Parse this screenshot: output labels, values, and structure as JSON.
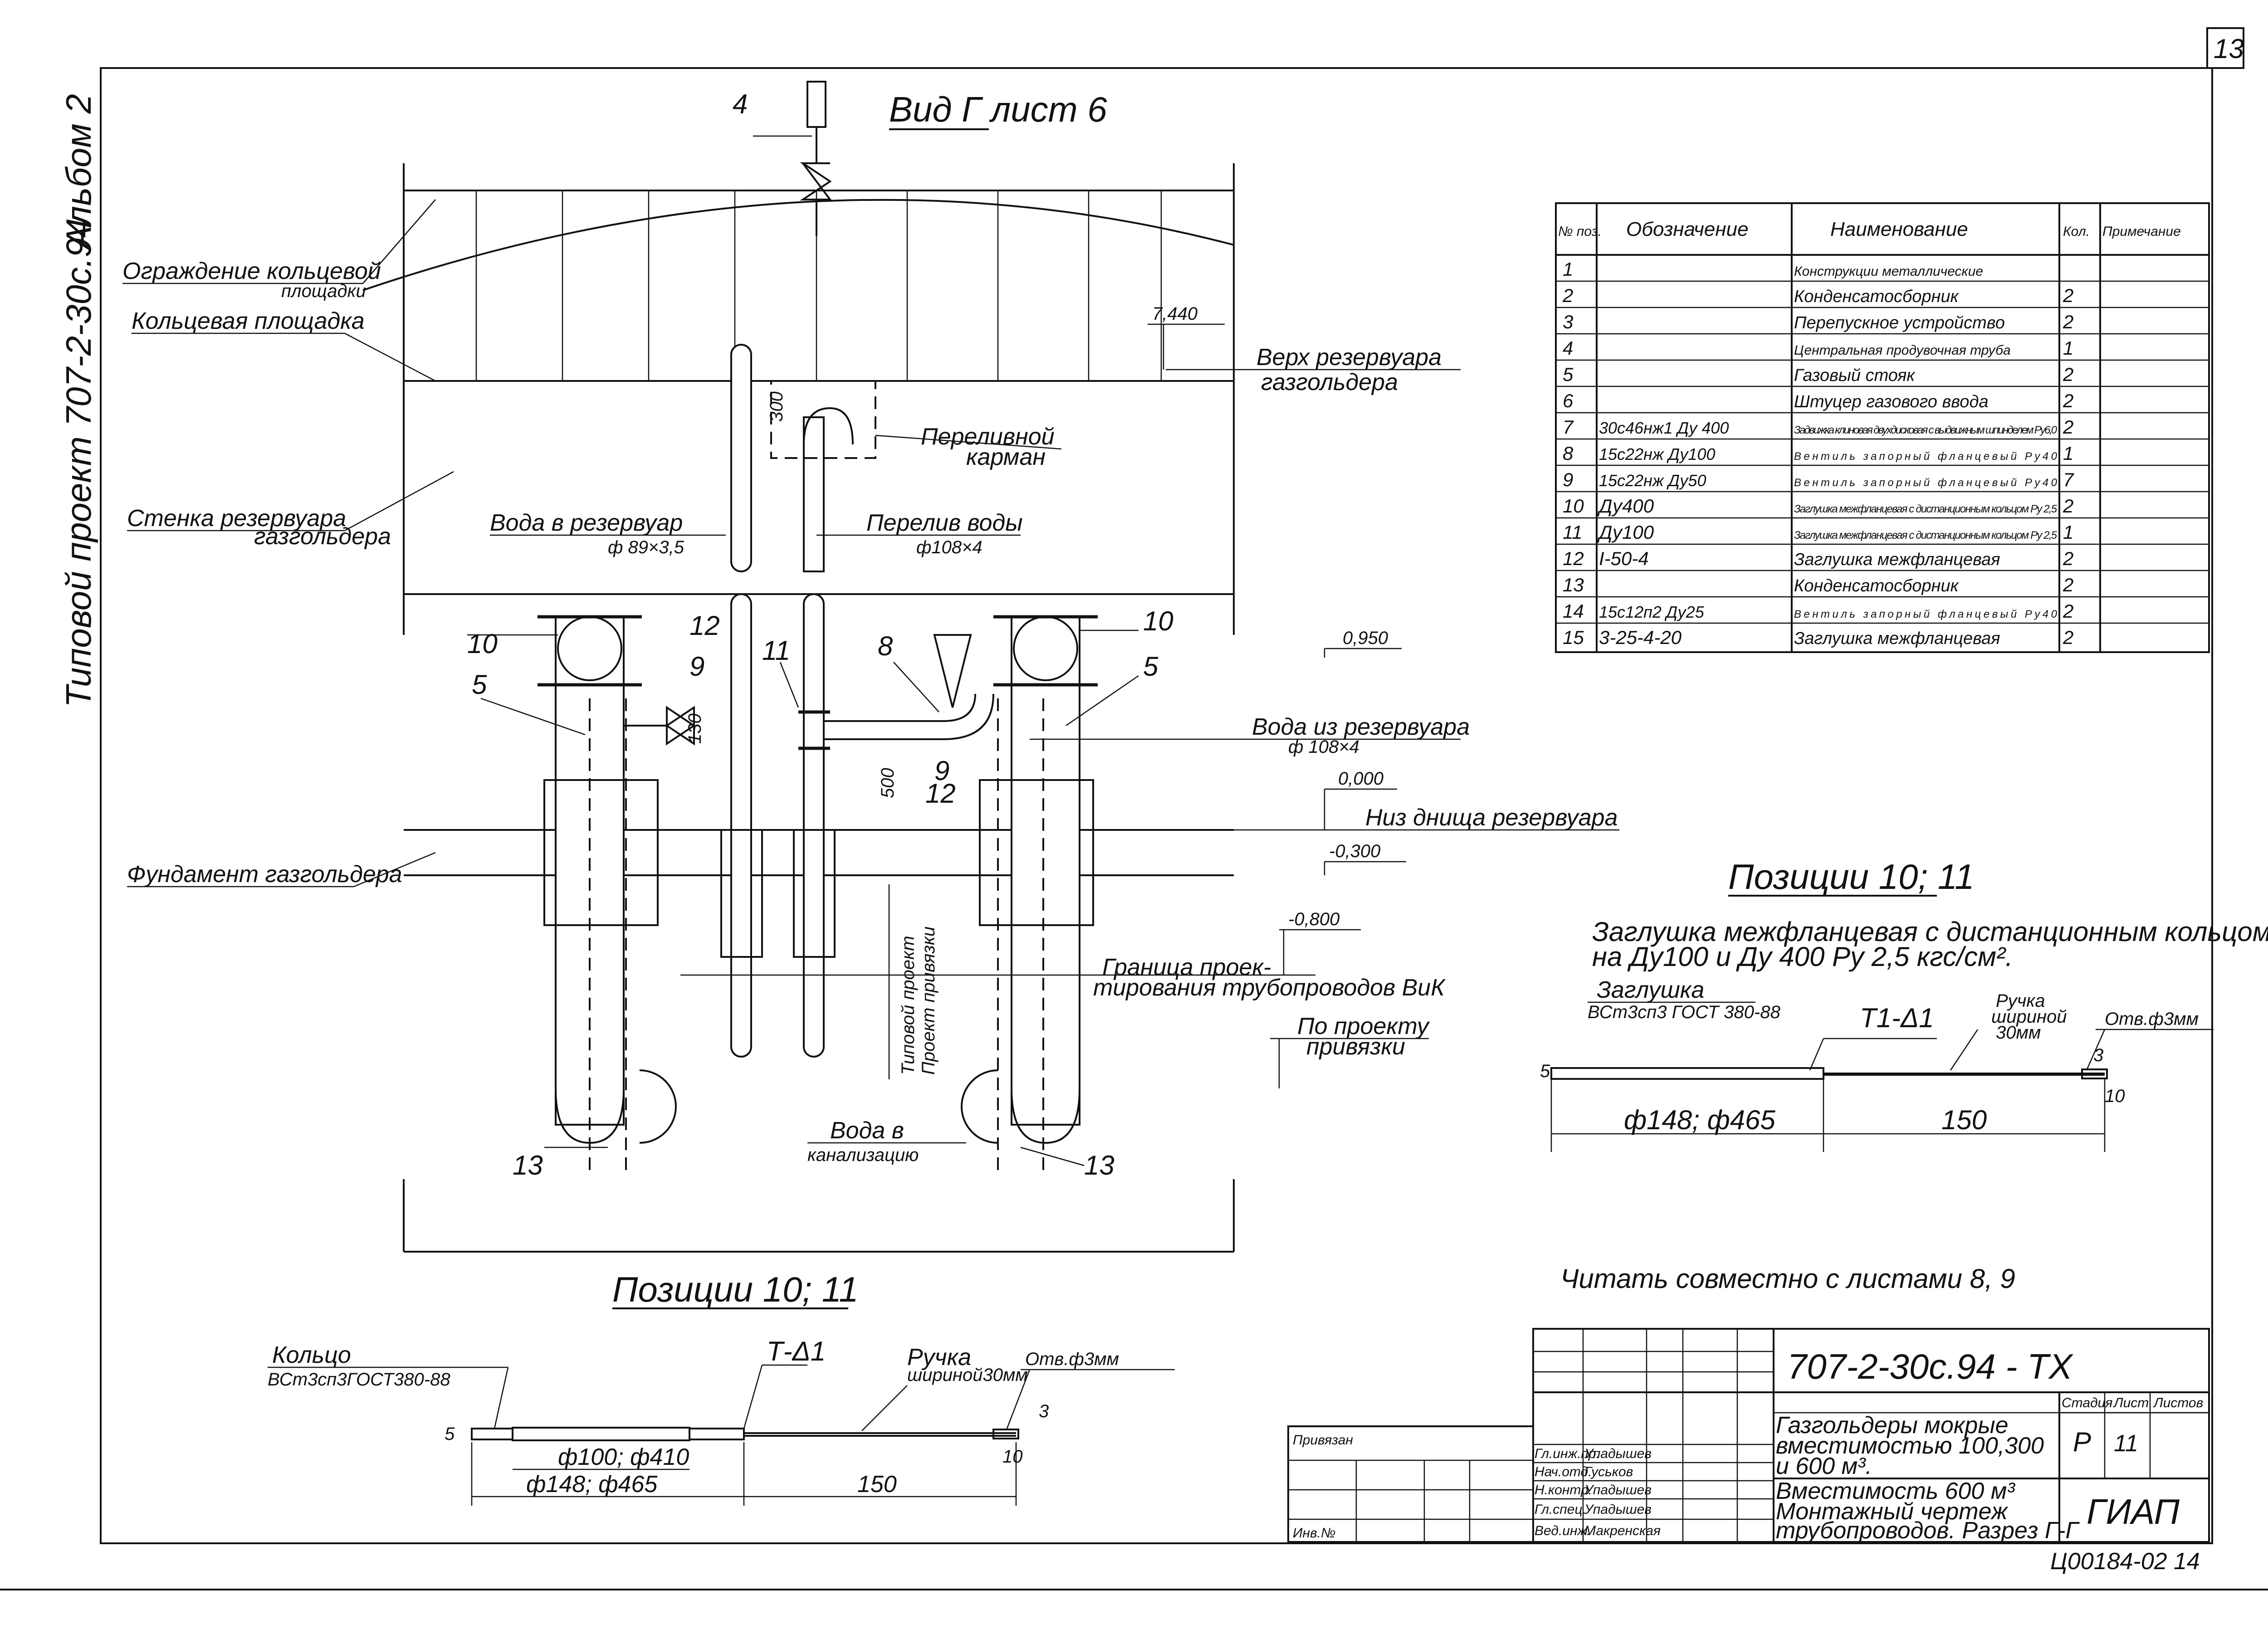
{
  "sheet": {
    "sheet_number": "13",
    "side_album": "Альбом 2",
    "side_project": "Типовой проект 707-2-30с.94"
  },
  "view": {
    "title": "Вид Г  лист 6",
    "callouts": {
      "p4": "4",
      "p10a": "10",
      "p10b": "10",
      "p5a": "5",
      "p5b": "5",
      "p12a": "12",
      "p9a": "9",
      "p11": "11",
      "p8": "8",
      "p9b": "9",
      "p12b": "12",
      "p13a": "13",
      "p13b": "13"
    },
    "labels": {
      "ring_fence": "Ограждение кольцевой",
      "ring_fence2": "площадки",
      "ring_platform": "Кольцевая площадка",
      "tank_wall": "Стенка резервуара",
      "tank_wall2": "газгольдера",
      "foundation": "Фундамент газгольдера",
      "tank_top": "Верх резервуара",
      "tank_top2": "газгольдера",
      "overflow_pocket": "Переливной",
      "overflow_pocket2": "карман",
      "water_in": "Вода в резервуар",
      "water_in_dim": "ф 89×3,5",
      "overflow": "Перелив воды",
      "overflow_dim": "ф108×4",
      "water_out": "Вода из резервуара",
      "water_out_dim": "ф 108×4",
      "tank_bottom": "Низ днища резервуара",
      "design_boundary": "Граница проек-",
      "design_boundary2": "тирования трубопроводов ВиК",
      "by_binding": "По проекту",
      "by_binding2": "привязки",
      "typical_project": "Типовой проект",
      "binding_project": "Проект привязки",
      "water_sewer": "Вода в",
      "water_sewer2": "канализацию",
      "dim_300": "300",
      "dim_130": "130",
      "dim_500": "500"
    },
    "levels": {
      "l7440": "7,440",
      "l0950": "0,950",
      "l0000": "0,000",
      "l0300": "-0,300",
      "l0800": "-0,800"
    },
    "bottom_title": "Позиции 10; 11"
  },
  "spec_table": {
    "headers": [
      "№ поз.",
      "Обозначение",
      "Наименование",
      "Кол.",
      "Примечание"
    ],
    "rows": [
      [
        "1",
        "",
        "Конструкции металлические",
        "",
        ""
      ],
      [
        "2",
        "",
        "Конденсатосборник",
        "2",
        ""
      ],
      [
        "3",
        "",
        "Перепускное устройство",
        "2",
        ""
      ],
      [
        "4",
        "",
        "Центральная продувочная труба",
        "1",
        ""
      ],
      [
        "5",
        "",
        "Газовый стояк",
        "2",
        ""
      ],
      [
        "6",
        "",
        "Штуцер газового ввода",
        "2",
        ""
      ],
      [
        "7",
        "30с46нж1  Ду 400",
        "Задвижка клиновая двухдисковая с выдвижным шпинделем Ру6,0",
        "2",
        ""
      ],
      [
        "8",
        "15с22нж  Ду100",
        "Вентиль запорный фланцевый Ру40",
        "1",
        ""
      ],
      [
        "9",
        "15с22нж  Ду50",
        "Вентиль запорный фланцевый Ру40",
        "7",
        ""
      ],
      [
        "10",
        "Ду400",
        "Заглушка межфланцевая с дистанционным кольцом Ру 2,5",
        "2",
        ""
      ],
      [
        "11",
        "Ду100",
        "Заглушка межфланцевая с дистанционным кольцом Ру 2,5",
        "1",
        ""
      ],
      [
        "12",
        "I-50-4",
        "Заглушка межфланцевая",
        "2",
        ""
      ],
      [
        "13",
        "",
        "Конденсатосборник",
        "2",
        ""
      ],
      [
        "14",
        "15с12п2  Ду25",
        "Вентиль запорный фланцевый Ру40",
        "2",
        ""
      ],
      [
        "15",
        "3-25-4-20",
        "Заглушка межфланцевая",
        "2",
        ""
      ]
    ]
  },
  "detail_right": {
    "title": "Позиции 10; 11",
    "desc1": "Заглушка межфланцевая с дистанционным кольцом",
    "desc2": "на  Ду100 и  Ду 400    Ру 2,5 кгс/см².",
    "plug": "Заглушка",
    "plug_mat": "ВСт3сп3 ГОСТ 380-88",
    "weld": "Т1-Δ1",
    "handle": "Ручка",
    "handle2": "шириной",
    "handle3": "30мм",
    "hole": "Отв.ф3мм",
    "d5": "5",
    "d3": "3",
    "d10": "10",
    "d150": "150",
    "diam": "ф148; ф465"
  },
  "detail_bottom": {
    "ring": "Кольцо",
    "ring_mat": "ВСт3сп3ГОСТ380-88",
    "weld": "Т-Δ1",
    "handle": "Ручка",
    "handle2": "шириной30мм",
    "hole": "Отв.ф3мм",
    "d5": "5",
    "d3": "3",
    "d10": "10",
    "d150": "150",
    "inner": "ф100; ф410",
    "outer": "ф148; ф465"
  },
  "note": "Читать совместно с листами 8, 9",
  "title_block": {
    "code": "707-2-30с.94  -  ТХ",
    "bound": "Привязан",
    "inv": "Инв.№",
    "roles": [
      "Гл.инж.пр.",
      "Нач.отд.",
      "Н.контр.",
      "Гл.спец.",
      "Вед.инж."
    ],
    "names": [
      "Упадышев",
      "Гуськов",
      "Упадышев",
      "Упадышев",
      "Макренская"
    ],
    "title1": "Газгольдеры мокрые",
    "title2": "вместимостью 100,300",
    "title3": "и 600 м³.",
    "sub1": "Вместимость 600 м³",
    "sub2": "Монтажный чертеж",
    "sub3": "трубопроводов. Разрез Г-Г",
    "stage_h": "Стадия",
    "sheet_h": "Лист",
    "sheets_h": "Листов",
    "stage": "Р",
    "sheet": "11",
    "org": "ГИАП",
    "archive": "Ц00184-02  14"
  }
}
